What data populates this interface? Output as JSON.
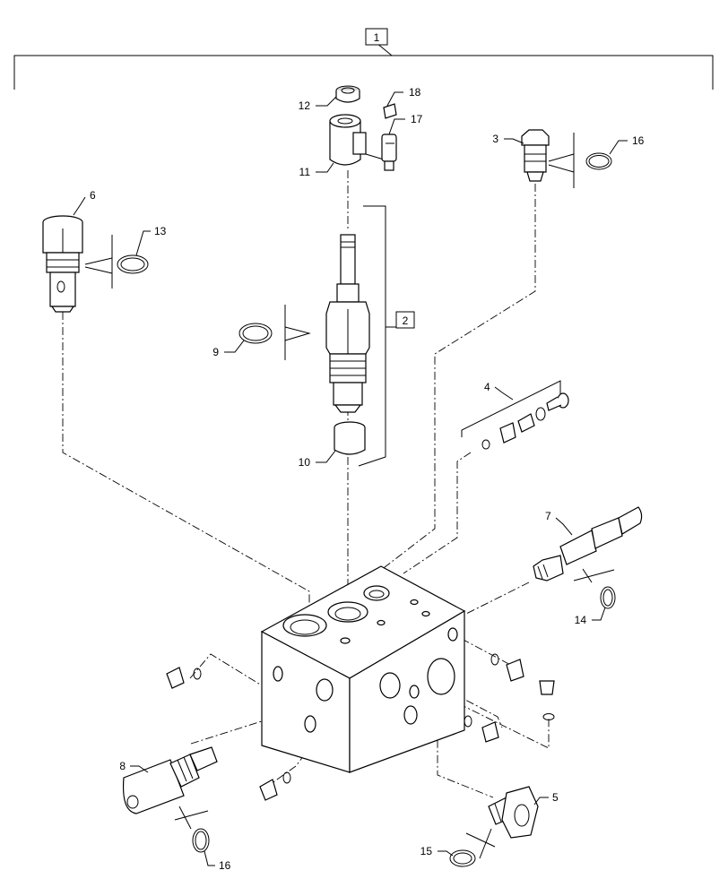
{
  "diagram": {
    "assembly_box_label": "1",
    "cartridge_box_label": "2",
    "callouts": {
      "c3": "3",
      "c4": "4",
      "c5": "5",
      "c6": "6",
      "c7": "7",
      "c8": "8",
      "c9": "9",
      "c10": "10",
      "c11": "11",
      "c12": "12",
      "c13": "13",
      "c14": "14",
      "c15": "15",
      "c16a": "16",
      "c16b": "16",
      "c17": "17",
      "c18": "18"
    }
  }
}
